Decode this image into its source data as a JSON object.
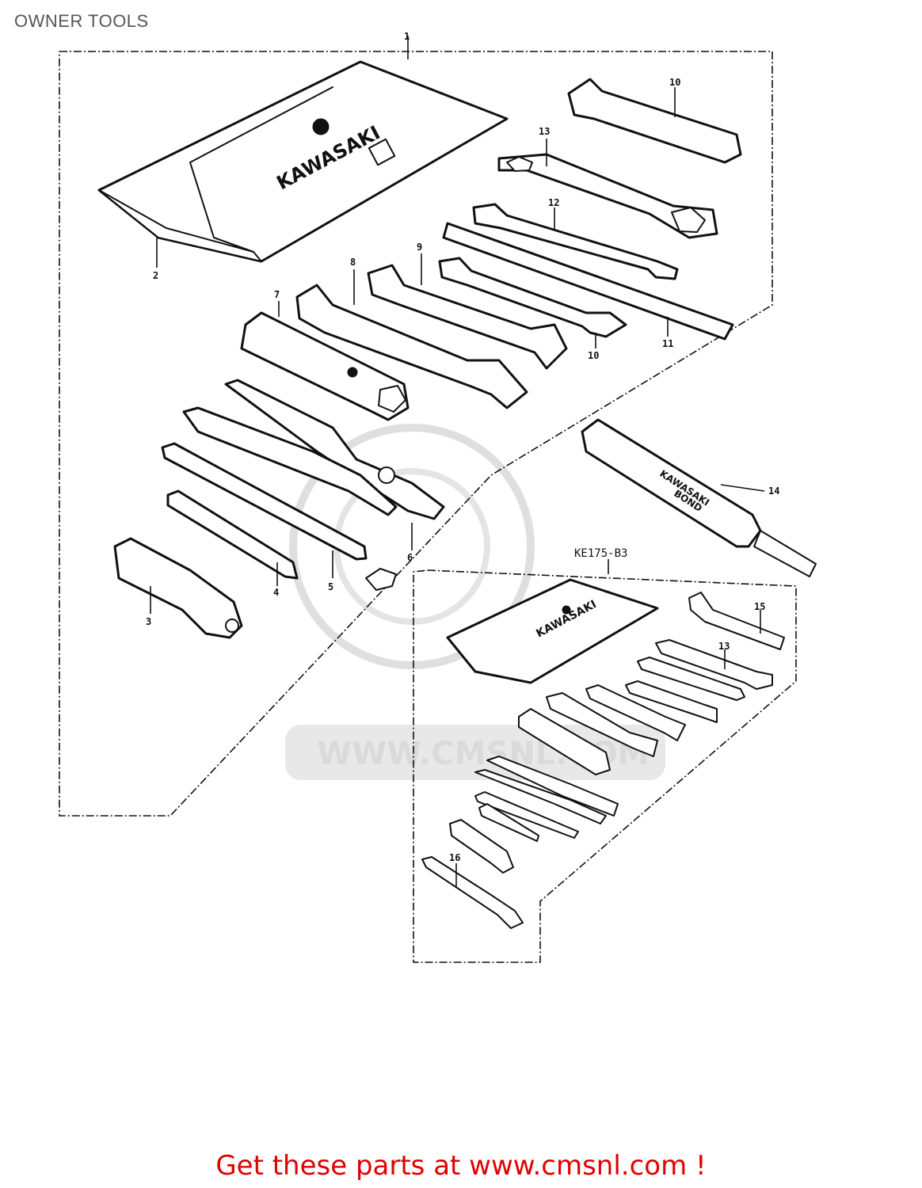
{
  "header": {
    "title": "OWNER TOOLS"
  },
  "diagram": {
    "bag_brand": "KAWASAKI",
    "tube_label_line1": "KAWASAKI",
    "tube_label_line2": "BOND",
    "sub_model_ref": "KE175-B3",
    "watermark": "WWW.CMSNL.COM",
    "callouts": [
      "1",
      "2",
      "3",
      "4",
      "5",
      "6",
      "7",
      "8",
      "9",
      "10",
      "11",
      "12",
      "13",
      "14",
      "15",
      "13",
      "16",
      "10"
    ]
  },
  "footer": {
    "cta": "Get these parts at www.cmsnl.com !",
    "cta_color": "#e00000"
  }
}
